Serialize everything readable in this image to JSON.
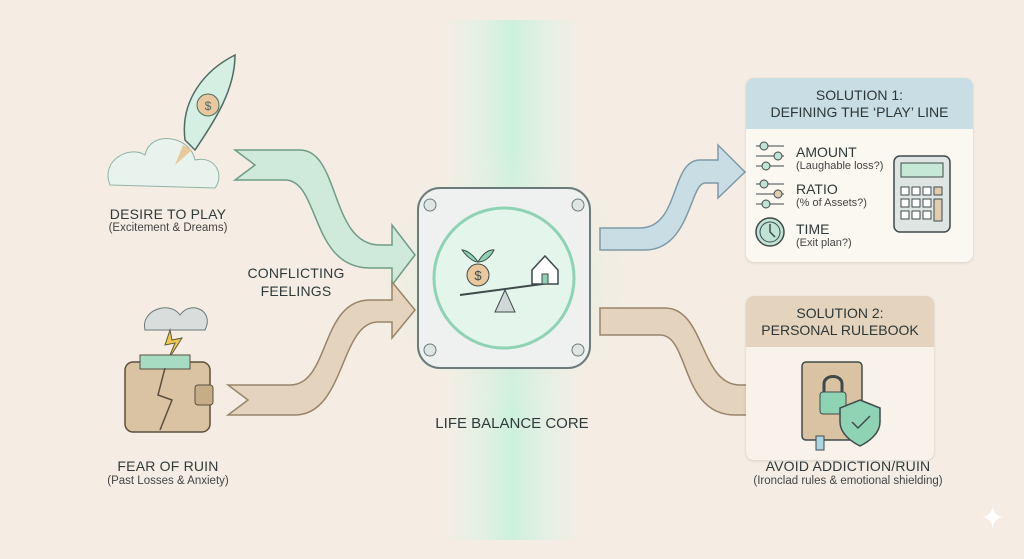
{
  "colors": {
    "background": "#f5ede3",
    "green": "#cfe9da",
    "tan": "#e4d4be",
    "blue": "#c9dde5",
    "accent": "#8fd3b5"
  },
  "left": {
    "desire": {
      "title": "DESIRE TO PLAY",
      "subtitle": "(Excitement & Dreams)",
      "icon": "rocket-icon"
    },
    "fear": {
      "title": "FEAR OF RUIN",
      "subtitle": "(Past Losses & Anxiety)",
      "icon": "wallet-storm-icon"
    },
    "conflict": {
      "line1": "CONFLICTING",
      "line2": "FEELINGS"
    }
  },
  "core": {
    "title": "LIFE BALANCE CORE",
    "icon": "balance-scale-icon"
  },
  "solution1": {
    "header_line1": "SOLUTION 1:",
    "header_line2": "DEFINING THE ‘PLAY’ LINE",
    "items": [
      {
        "title": "AMOUNT",
        "subtitle": "(Laughable loss?)",
        "icon": "sliders-icon"
      },
      {
        "title": "RATIO",
        "subtitle": "(% of Assets?)",
        "icon": "sliders-icon"
      },
      {
        "title": "TIME",
        "subtitle": "(Exit plan?)",
        "icon": "clock-icon"
      }
    ]
  },
  "solution2": {
    "header_line1": "SOLUTION 2:",
    "header_line2": "PERSONAL RULEBOOK",
    "title": "AVOID ADDICTION/RUIN",
    "subtitle": "(Ironclad rules & emotional shielding)"
  }
}
